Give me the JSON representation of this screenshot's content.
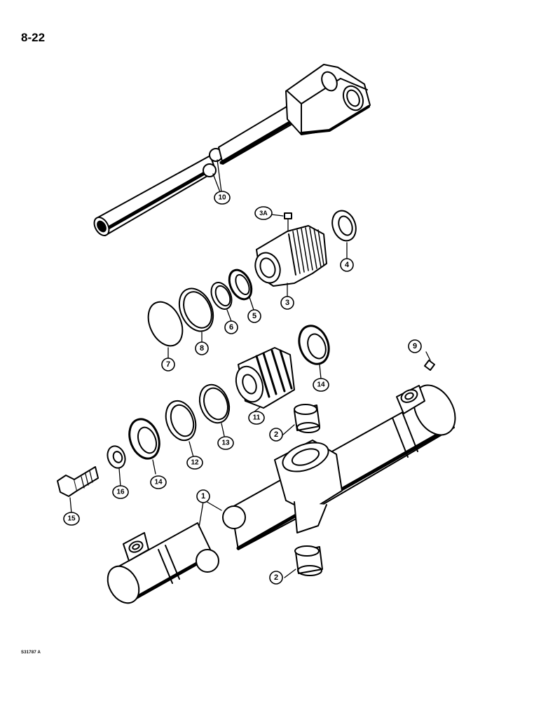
{
  "page": {
    "number": "8-22",
    "drawing_code": "S31787 A"
  },
  "callouts": {
    "c1": "1",
    "c2a": "2",
    "c2b": "2",
    "c3": "3",
    "c3a": "3A",
    "c4": "4",
    "c5": "5",
    "c6": "6",
    "c7": "7",
    "c8": "8",
    "c9": "9",
    "c10": "10",
    "c11": "11",
    "c12": "12",
    "c13": "13",
    "c14a": "14",
    "c14b": "14",
    "c15": "15",
    "c16": "16"
  }
}
